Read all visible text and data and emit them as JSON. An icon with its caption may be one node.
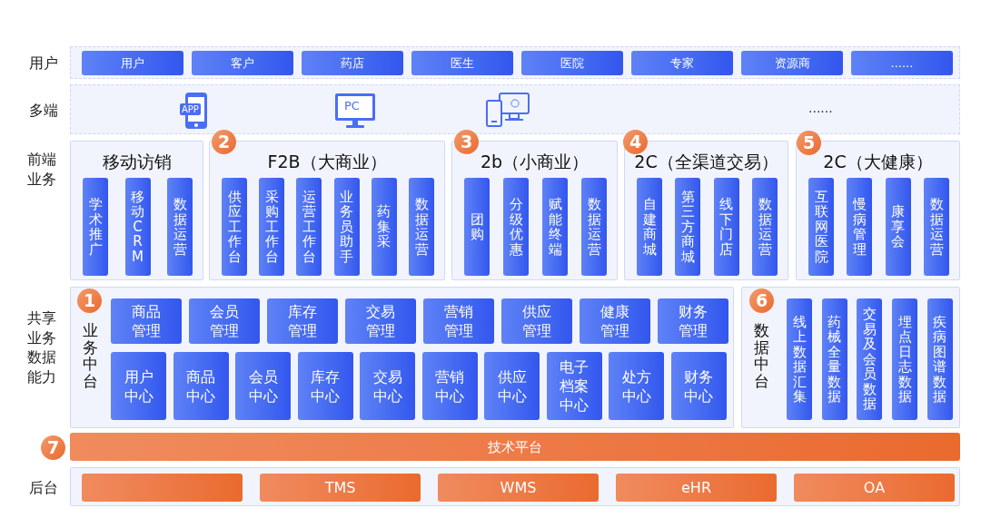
{
  "diagram": {
    "nodes": [
      {
        "text": [
          "用户"
        ]
      },
      {
        "text": [
          "用户"
        ],
        "in": 0
      },
      {
        "text": [
          "客户"
        ],
        "in": 0
      },
      {
        "text": [
          "药店"
        ],
        "in": 0
      },
      {
        "text": [
          "医生"
        ],
        "in": 0
      },
      {
        "text": [
          "医院"
        ],
        "in": 0
      },
      {
        "text": [
          "专家"
        ],
        "in": 0
      },
      {
        "text": [
          "资源商"
        ],
        "in": 0
      },
      {
        "text": [
          "......"
        ],
        "in": 0
      },
      {
        "text": [
          "多端"
        ]
      },
      {
        "text": [
          "APP"
        ],
        "in": 9
      },
      {
        "text": [
          "PC"
        ],
        "in": 9
      },
      {
        "text": [],
        "shape": "picture",
        "in": 9
      },
      {
        "text": [
          "移动访销"
        ]
      },
      {
        "text": [
          "学术推广"
        ],
        "in": 13
      },
      {
        "text": [
          "移动CRM"
        ],
        "in": 13
      },
      {
        "text": [
          "数据运营"
        ],
        "in": 13
      },
      {
        "text": [
          "F2B（大商业）"
        ],
        "beside": [
          "2"
        ]
      },
      {
        "text": [
          "供应工作台"
        ],
        "in": 17
      },
      {
        "text": [
          "采购工作台"
        ],
        "in": 17
      },
      {
        "text": [
          "运营工作台"
        ],
        "in": 17
      },
      {
        "text": [
          "业务员助手"
        ],
        "in": 17
      },
      {
        "text": [
          "药集采"
        ],
        "in": 17
      },
      {
        "text": [
          "数据运营"
        ],
        "in": 17
      },
      {
        "text": [
          "2b（小商业）"
        ],
        "beside": [
          "3"
        ]
      },
      {
        "text": [
          "团购"
        ],
        "in": 24
      },
      {
        "text": [
          "分级优惠"
        ],
        "in": 24
      },
      {
        "text": [
          "赋能终端"
        ],
        "in": 24
      },
      {
        "text": [
          "数据运营"
        ],
        "in": 24
      },
      {
        "text": [
          "2C（全渠道交易）"
        ],
        "beside": [
          "4"
        ]
      },
      {
        "text": [
          "自建商城"
        ],
        "in": 29
      },
      {
        "text": [
          "第三方商城"
        ],
        "in": 29
      },
      {
        "text": [
          "线下门店"
        ],
        "in": 29
      },
      {
        "text": [
          "数据运营"
        ],
        "in": 29
      },
      {
        "text": [
          "2C（大健康）"
        ],
        "beside": [
          "5"
        ]
      },
      {
        "text": [
          "互联网医院"
        ],
        "in": 34
      },
      {
        "text": [
          "慢病管理"
        ],
        "in": 34
      },
      {
        "text": [
          "康享会"
        ],
        "in": 34
      },
      {
        "text": [
          "数据运营"
        ],
        "in": 34
      },
      {
        "text": [
          "业务中台"
        ],
        "beside": [
          "1"
        ]
      },
      {
        "text": [
          "商品管理"
        ],
        "in": 39
      },
      {
        "text": [
          "会员管理"
        ],
        "in": 39
      },
      {
        "text": [
          "库存管理"
        ],
        "in": 39
      },
      {
        "text": [
          "交易管理"
        ],
        "in": 39
      },
      {
        "text": [
          "营销管理"
        ],
        "in": 39
      },
      {
        "text": [
          "供应管理"
        ],
        "in": 39
      },
      {
        "text": [
          "健康管理"
        ],
        "in": 39
      },
      {
        "text": [
          "财务管理"
        ],
        "in": 39
      },
      {
        "text": [
          "用户中心"
        ],
        "in": 39
      },
      {
        "text": [
          "商品中心"
        ],
        "in": 39
      },
      {
        "text": [
          "会员中心"
        ],
        "in": 39
      },
      {
        "text": [
          "库存中心"
        ],
        "in": 39
      },
      {
        "text": [
          "交易中心"
        ],
        "in": 39
      },
      {
        "text": [
          "营销中心"
        ],
        "in": 39
      },
      {
        "text": [
          "供应中心"
        ],
        "in": 39
      },
      {
        "text": [
          "电子档案中心"
        ],
        "in": 39
      },
      {
        "text": [
          "处方中心"
        ],
        "in": 39
      },
      {
        "text": [
          "财务中心"
        ],
        "in": 39
      },
      {
        "text": [
          "数据中台"
        ],
        "beside": [
          "6"
        ]
      },
      {
        "text": [
          "线上数据汇集"
        ],
        "in": 58
      },
      {
        "text": [
          "药械全量数据"
        ],
        "in": 58
      },
      {
        "text": [
          "交易及会员数据"
        ],
        "in": 58
      },
      {
        "text": [
          "埋点日志数据"
        ],
        "in": 58
      },
      {
        "text": [
          "疾病图谱数据"
        ],
        "in": 58
      },
      {
        "text": [
          "技术平台"
        ],
        "beside": [
          "7"
        ]
      },
      {
        "text": [
          "后台"
        ]
      },
      {
        "text": [],
        "shape": "box",
        "in": 65
      },
      {
        "text": [
          "TMS"
        ],
        "in": 65
      },
      {
        "text": [
          "WMS"
        ],
        "in": 65
      },
      {
        "text": [
          "eHR"
        ],
        "in": 65
      },
      {
        "text": [
          "OA"
        ],
        "in": 65
      }
    ],
    "edges": [],
    "labels": [
      "......",
      "前端业务",
      "共享业务数据能力"
    ]
  }
}
